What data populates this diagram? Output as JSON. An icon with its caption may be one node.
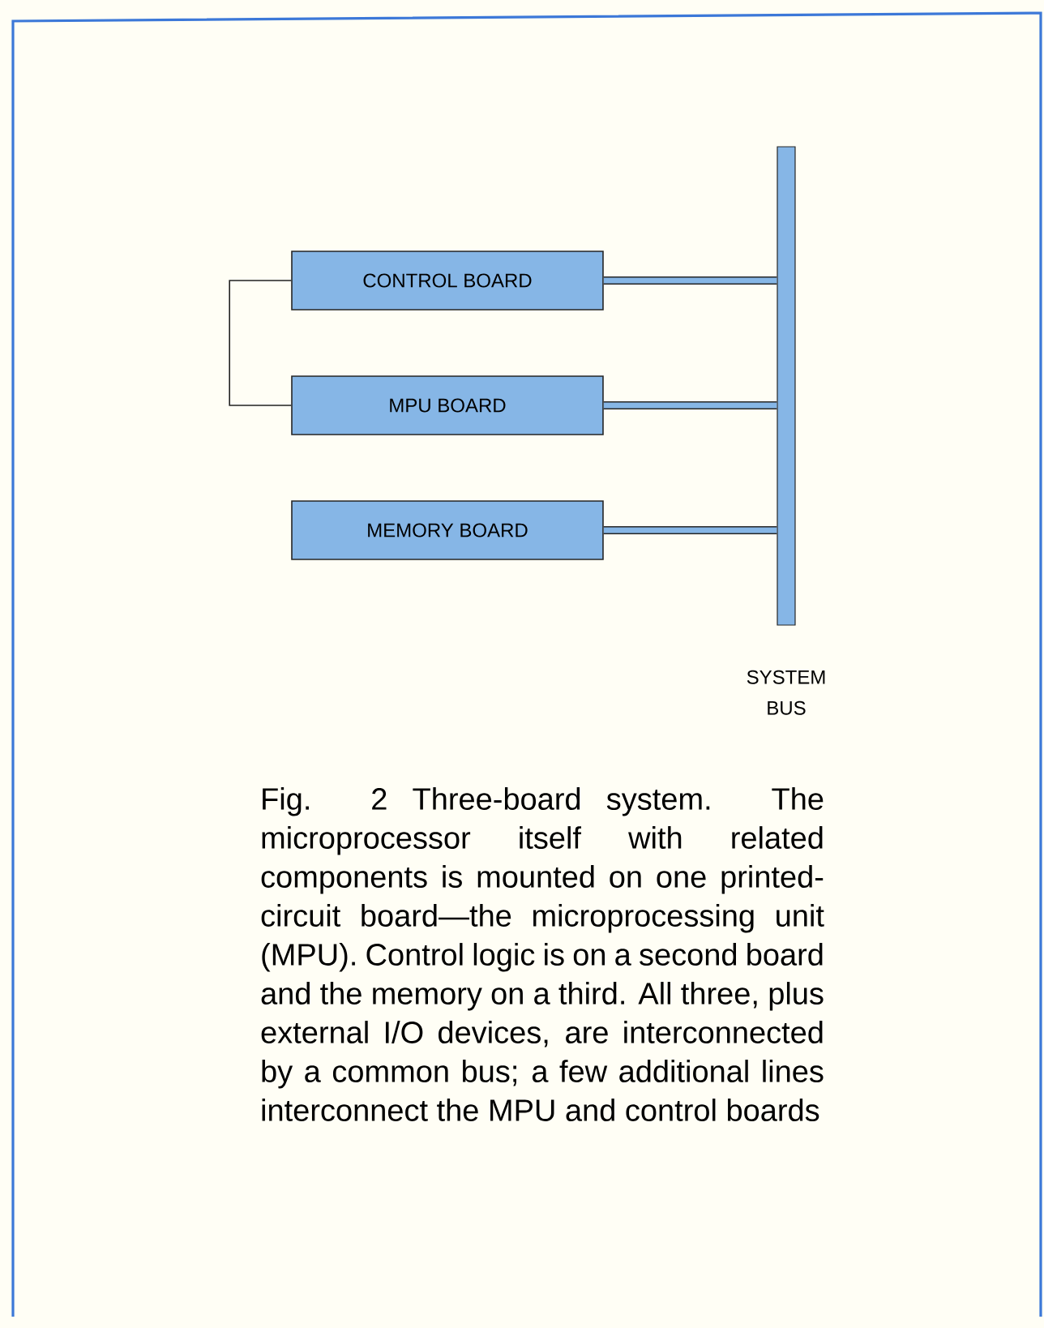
{
  "diagram": {
    "caption": "Fig. 2 Three-board system. The microprocessor itself with related components is mounted on one printed-circuit board—the microprocessing unit (MPU). Control logic is on a second board and the memory on a third. All three, plus external I/O devices, are interconnected by a common bus; a few additional lines interconnect the MPU and control boards",
    "nodes": [
      {
        "text": [
          "CONTROL BOARD"
        ]
      },
      {
        "text": [
          "MPU BOARD"
        ]
      },
      {
        "text": [
          "MEMORY BOARD"
        ]
      },
      {
        "text": [],
        "shape": "bar",
        "beside": [
          "SYSTEM BUS"
        ]
      }
    ],
    "edges": [
      {
        "from": 0,
        "to": 3,
        "arrow": "none"
      },
      {
        "from": 1,
        "to": 3,
        "arrow": "none"
      },
      {
        "from": 2,
        "to": 3,
        "arrow": "none"
      },
      {
        "from": 0,
        "to": 1,
        "arrow": "none",
        "color": "#222222"
      }
    ]
  }
}
